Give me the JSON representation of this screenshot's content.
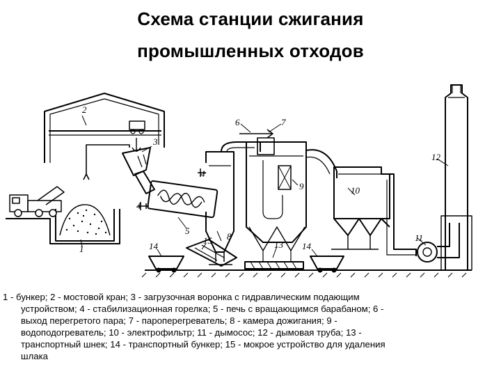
{
  "title": {
    "line1": "Схема станции сжигания",
    "line2": "промышленных отходов"
  },
  "labels": {
    "n1": "1",
    "n2": "2",
    "n3": "3",
    "n4a": "4",
    "n4b": "4",
    "n5": "5",
    "n6": "6",
    "n7": "7",
    "n8": "8",
    "n9": "9",
    "n10": "10",
    "n11": "11",
    "n12": "12",
    "n13": "13",
    "n14a": "14",
    "n14b": "14",
    "n15": "15"
  },
  "legend": {
    "line1": "1 - бункер; 2 - мостовой кран; 3 - загрузочная воронка с гидравлическим подающим",
    "line2": "устройством; 4 - стабилизационная горелка; 5 - печь с вращающимся барабаном; 6 -",
    "line3": "выход перегретого пара; 7 - пароперегреватель; 8 - камера дожигания; 9 -",
    "line4": "водоподогреватель; 10 - электрофильтр; 11 - дымосос; 12 - дымовая труба; 13 -",
    "line5": "транспортный шнек; 14 - транспортный бункер; 15 - мокрое устройство для удаления",
    "line6": "шлака"
  }
}
